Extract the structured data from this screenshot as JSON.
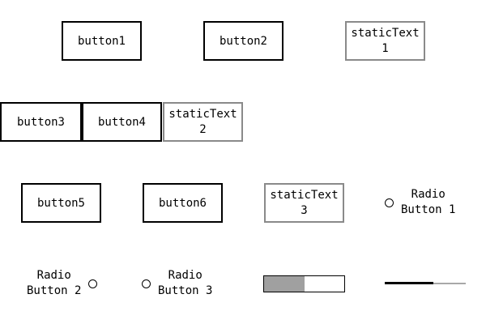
{
  "buttons": {
    "button1": "button1",
    "button2": "button2",
    "button3": "button3",
    "button4": "button4",
    "button5": "button5",
    "button6": "button6"
  },
  "static_texts": {
    "st1": {
      "line1": "staticText",
      "line2": "1"
    },
    "st2": {
      "line1": "staticText",
      "line2": "2"
    },
    "st3": {
      "line1": "staticText",
      "line2": "3"
    }
  },
  "radios": {
    "r1": {
      "line1": "Radio",
      "line2": "Button 1",
      "selected": false
    },
    "r2": {
      "line1": "Radio",
      "line2": "Button 2",
      "selected": false
    },
    "r3": {
      "line1": "Radio",
      "line2": "Button 3",
      "selected": false
    }
  },
  "progress": {
    "value": 0.5
  },
  "slider": {
    "value": 0.6
  },
  "colors": {
    "button_border": "#000000",
    "static_border": "#8a8a8a",
    "progress_fill": "#a0a0a0",
    "slider_track": "#a8a8a8",
    "slider_fill": "#000000"
  }
}
